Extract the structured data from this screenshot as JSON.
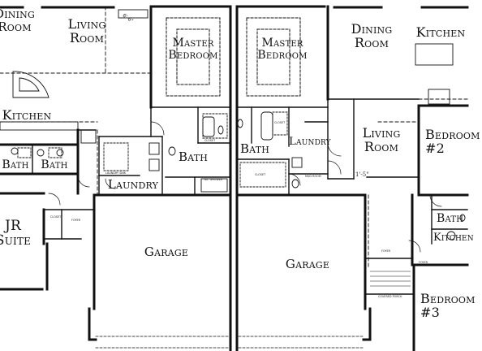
{
  "plan": {
    "rooms": {
      "dining_left": "Dining\nRoom",
      "living_left": "Living\nRoom",
      "kitchen_left": "Kitchen",
      "bath_1": "Bath",
      "bath_2": "Bath",
      "jr_suite": "JR\nSuite",
      "laundry_left": "Laundry",
      "master_left": "Master\nBedroom",
      "bath_master_left": "Bath",
      "garage_left": "Garage",
      "master_right": "Master\nBedroom",
      "bath_master_right": "Bath",
      "laundry_right": "Laundry",
      "garage_right": "Garage",
      "dining_right": "Dining\nRoom",
      "kitchen_right": "Kitchen",
      "living_right": "Living\nRoom",
      "bedroom_2": "Bedroom\n#2",
      "bath_right": "Bath",
      "kitchen_far_right": "Kitchen",
      "bedroom_3": "Bedroom\n#3"
    },
    "notes": {
      "dim_left": "6'-6\"",
      "dim_right": "1'-5\"",
      "closet_a": "CLOSET",
      "closet_b": "CLOSET",
      "closet_c": "CLOSET",
      "closet_d": "CLOSET",
      "shower": "60\" SHOWER",
      "mud_room": "MUD ROOM",
      "foyer_a": "FOYER",
      "foyer_b": "FOYER",
      "foyer_c": "FOYER",
      "covered_porch": "COVERED PORCH",
      "laundry_sink": "LAUNDRY SINK"
    }
  }
}
